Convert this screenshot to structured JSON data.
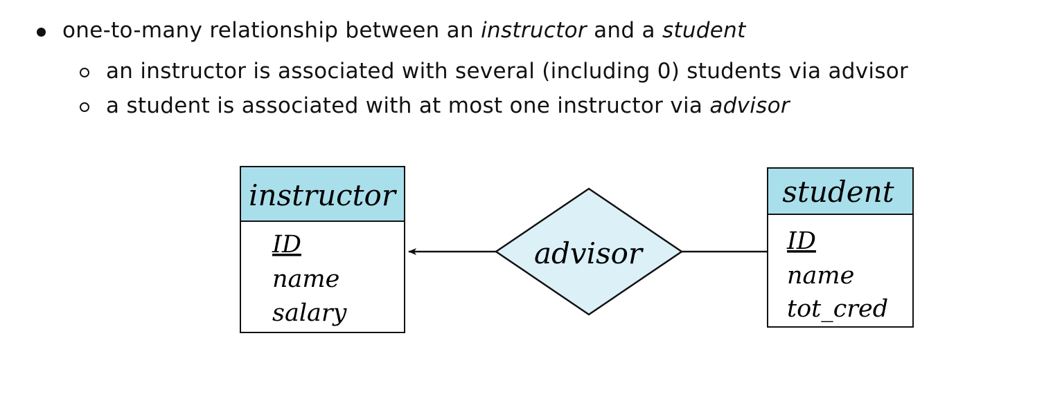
{
  "bullets": {
    "main": {
      "part1": "one-to-many relationship between an ",
      "instructor": "instructor",
      "part2": " and a ",
      "student": "student"
    },
    "sub1": "an instructor is associated with several (including 0) students via advisor",
    "sub2": {
      "text": "a student is associated with at most one instructor via ",
      "advisor": "advisor"
    }
  },
  "diagram": {
    "entity_left": {
      "title": "instructor",
      "attributes": [
        "ID",
        "name",
        "salary"
      ],
      "key": "ID"
    },
    "relationship": "advisor",
    "entity_right": {
      "title": "student",
      "attributes": [
        "ID",
        "name",
        "tot_cred"
      ],
      "key": "ID"
    },
    "colors": {
      "entity_header": "#a9dfeb",
      "relationship_fill": "#dcf0f8",
      "stroke": "#111111"
    }
  }
}
